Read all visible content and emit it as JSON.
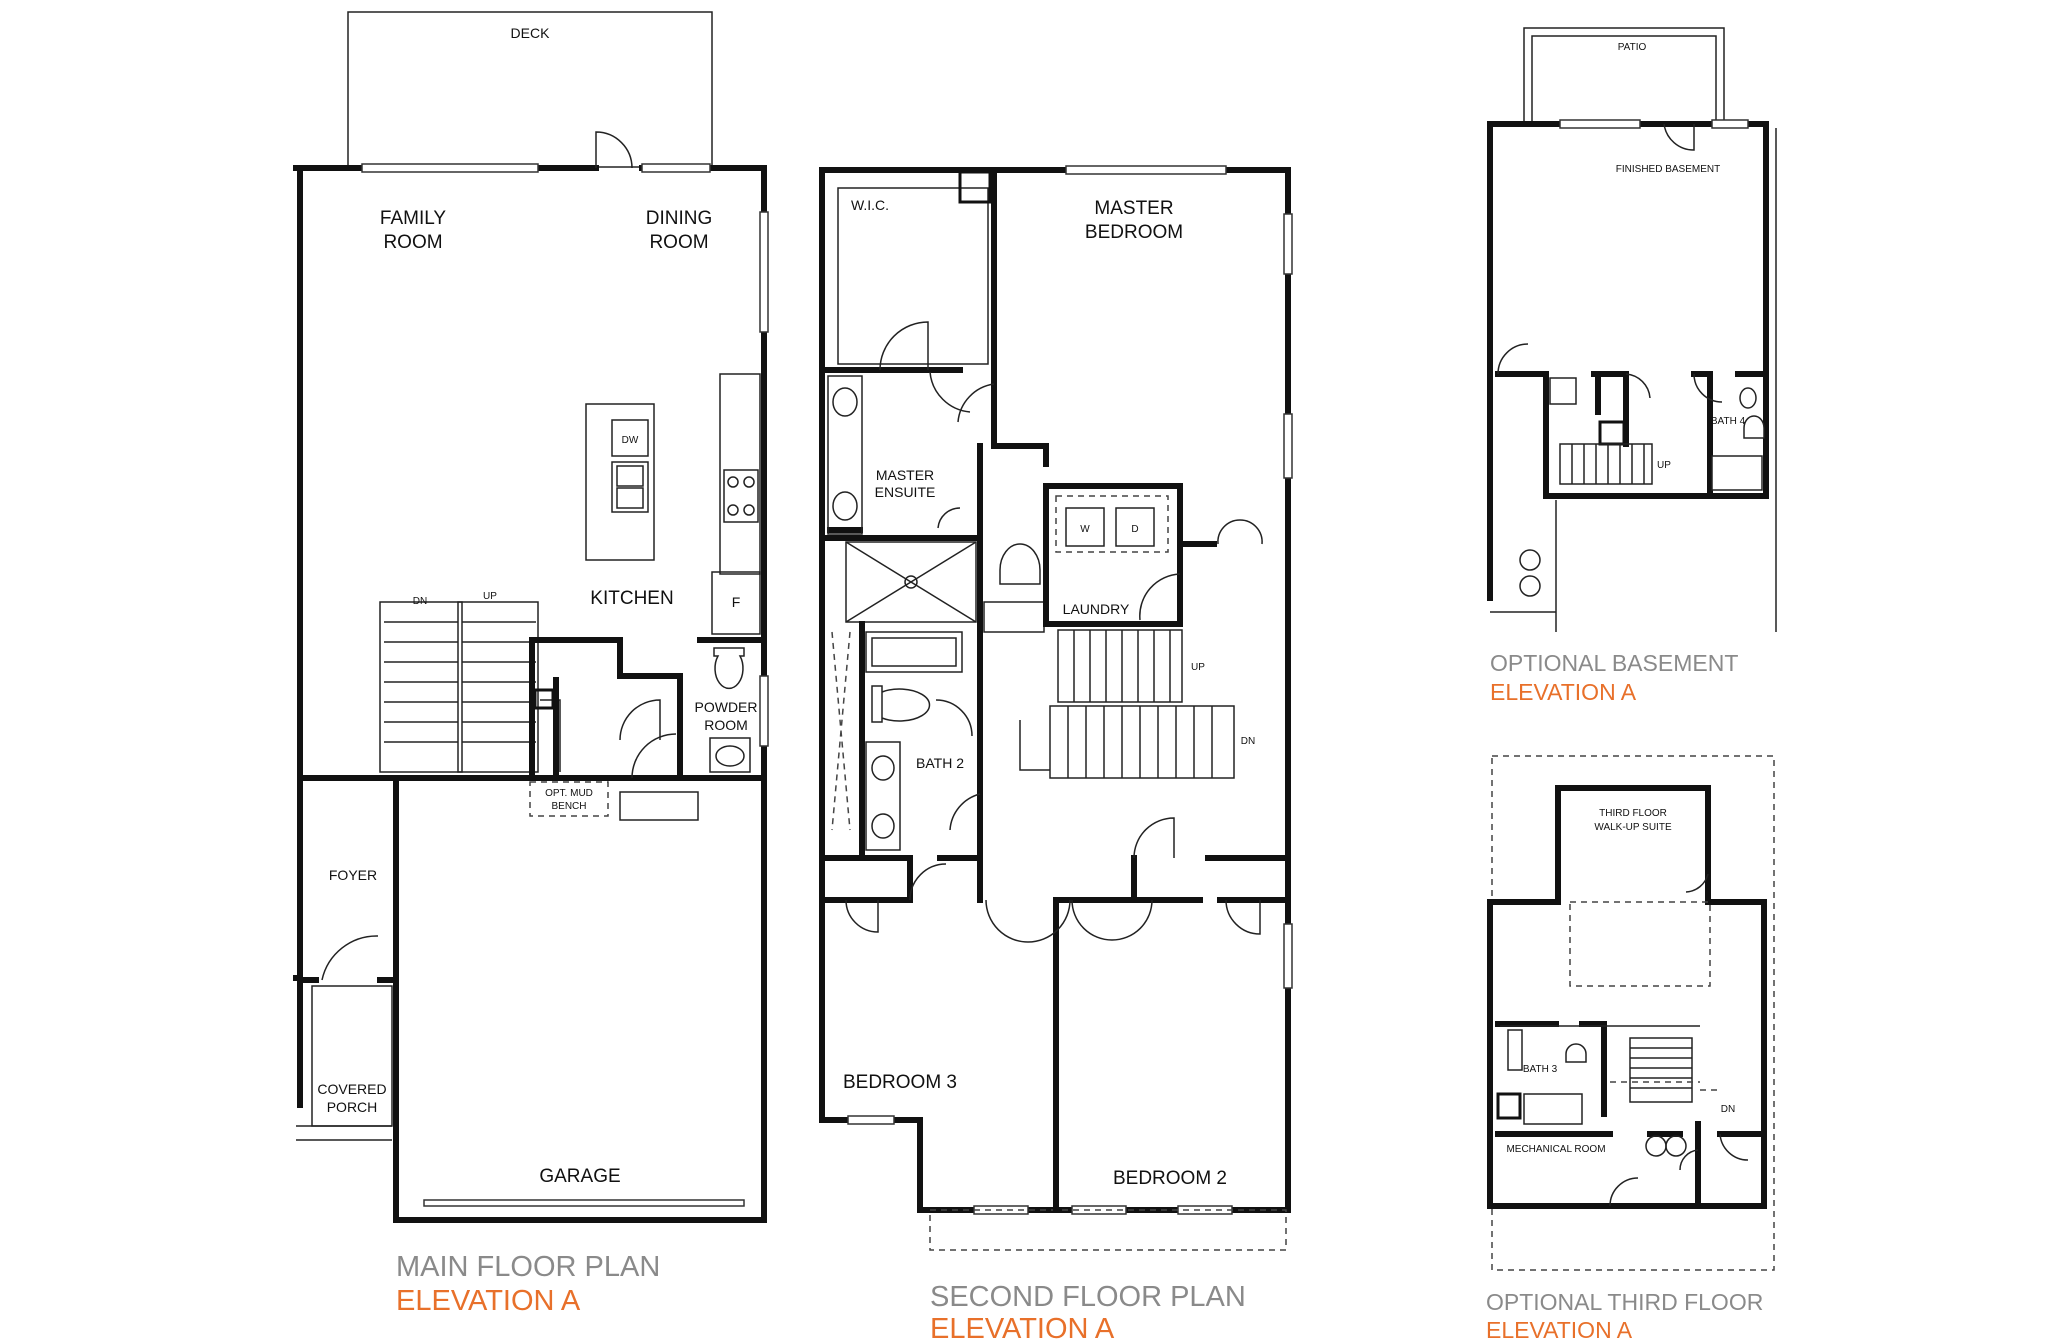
{
  "colors": {
    "accent": "#e8702a",
    "title_gray": "#8a8a8a",
    "wall": "#111111"
  },
  "main_floor": {
    "title": "MAIN FLOOR PLAN",
    "elevation": "ELEVATION A",
    "rooms": {
      "deck": "DECK",
      "family_room_1": "FAMILY",
      "family_room_2": "ROOM",
      "dining_room_1": "DINING",
      "dining_room_2": "ROOM",
      "kitchen": "KITCHEN",
      "dw": "DW",
      "fridge": "F",
      "stair_dn": "DN",
      "stair_up": "UP",
      "powder_room_1": "POWDER",
      "powder_room_2": "ROOM",
      "mud_bench_1": "OPT. MUD",
      "mud_bench_2": "BENCH",
      "foyer": "FOYER",
      "covered_porch_1": "COVERED",
      "covered_porch_2": "PORCH",
      "garage": "GARAGE"
    }
  },
  "second_floor": {
    "title": "SECOND FLOOR PLAN",
    "elevation": "ELEVATION A",
    "rooms": {
      "wic": "W.I.C.",
      "master_bedroom_1": "MASTER",
      "master_bedroom_2": "BEDROOM",
      "master_ensuite_1": "MASTER",
      "master_ensuite_2": "ENSUITE",
      "washer": "W",
      "dryer": "D",
      "laundry": "LAUNDRY",
      "stair_up": "UP",
      "stair_dn": "DN",
      "bath_2": "BATH 2",
      "bedroom_3": "BEDROOM 3",
      "bedroom_2": "BEDROOM 2"
    }
  },
  "basement": {
    "title": "OPTIONAL BASEMENT",
    "elevation": "ELEVATION A",
    "rooms": {
      "patio": "PATIO",
      "finished_basement": "FINISHED BASEMENT",
      "bath_4": "BATH 4",
      "stair_up": "UP"
    }
  },
  "third_floor": {
    "title": "OPTIONAL THIRD FLOOR",
    "elevation": "ELEVATION A",
    "rooms": {
      "suite_1": "THIRD FLOOR",
      "suite_2": "WALK-UP SUITE",
      "bath_3": "BATH 3",
      "stair_dn": "DN",
      "mechanical_room": "MECHANICAL ROOM"
    }
  }
}
